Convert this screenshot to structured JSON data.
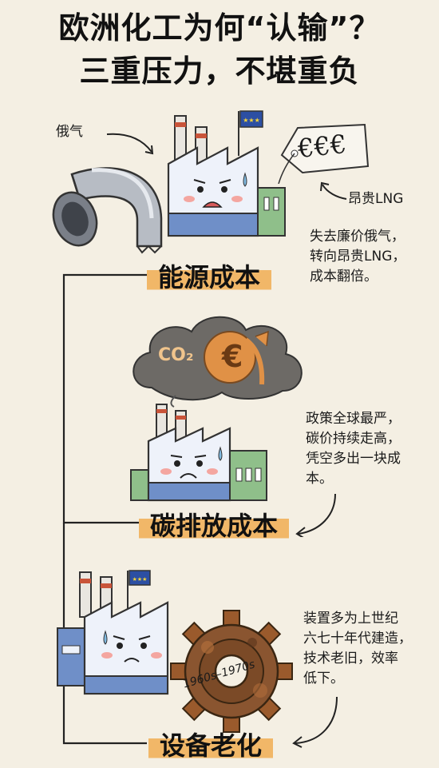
{
  "title": {
    "line1": "欧洲化工为何“认输”？",
    "line2": "三重压力，不堪重负"
  },
  "section1": {
    "label": "能源成本",
    "pipe_label": "俄气",
    "tag_text": "€€€",
    "lng_label": "昂贵LNG",
    "note": "失去廉价俄气，\n转向昂贵LNG，\n成本翻倍。"
  },
  "section2": {
    "label": "碳排放成本",
    "cloud_text": "CO₂",
    "cloud_symbol": "€",
    "note": "政策全球最严，\n碳价持续走高，\n凭空多出一块成\n本。"
  },
  "section3": {
    "label": "设备老化",
    "gear_text": "1960s–1970s",
    "note": "装置多为上世纪\n六七十年代建造，\n技术老旧，效率\n低下。"
  },
  "colors": {
    "background": "#f4efe3",
    "highlight": "#f1b768",
    "factory_blue": "#6f8fc8",
    "factory_body": "#eef2fa",
    "smoke": "#6d6a66",
    "rust": "#9a5a2c"
  },
  "icons": [
    "pipe-icon",
    "factory-icon",
    "euro-tag-icon",
    "eu-flag-icon",
    "co2-cloud-icon",
    "rusty-gear-icon",
    "arrow-icon"
  ]
}
